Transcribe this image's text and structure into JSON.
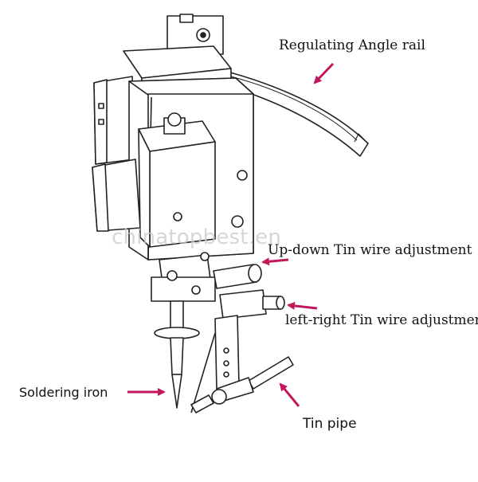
{
  "labels": {
    "rail": "Regulating Angle rail",
    "updown": "Up-down Tin wire adjustment",
    "leftright": "left-right Tin wire adjustment",
    "iron": "Soldering iron",
    "pipe": "Tin pipe"
  },
  "watermark": "chinatopbest.en",
  "colors": {
    "arrow": "#c2185b",
    "line": "#222222"
  }
}
